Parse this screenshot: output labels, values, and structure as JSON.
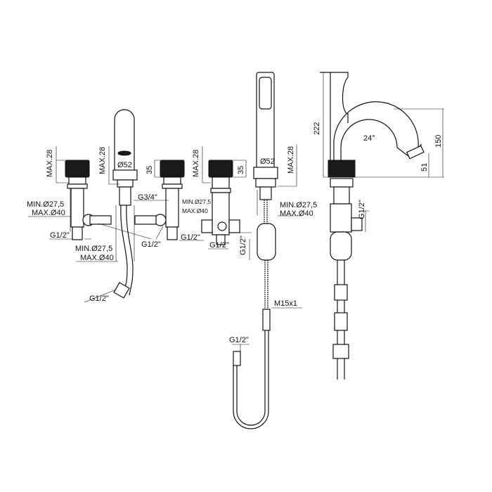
{
  "drawing": {
    "title": "Bathtub mixer set technical drawing",
    "dimensions": {
      "max28_a": "MAX.28",
      "max28_b": "MAX.28",
      "max28_c": "MAX.28",
      "max28_d": "MAX.28",
      "d52_a": "Ø52",
      "d52_b": "Ø52",
      "h35_a": "35",
      "h35_b": "35",
      "g34": "G3/4\"",
      "min275_a": "MIN.Ø27,5",
      "max40_a": "MAX.Ø40",
      "min275_b": "MIN.Ø27,5",
      "max40_b": "MAX.Ø40",
      "min275_c": "MIN.Ø27,5",
      "max40_c": "MAX.Ø40",
      "min275_d": "MIN.Ø27,5",
      "max40_d": "MAX.Ø40",
      "g12_a": "G1/2\"",
      "g12_b": "G1/2\"",
      "g12_c": "G1/2\"",
      "g12_d": "G1/2\"",
      "g12_e": "G1/2\"",
      "g12_f": "G1/2\"",
      "g12_g": "G1/2\"",
      "g12_h": "G1/2\"",
      "m15": "M15x1",
      "h222": "222",
      "angle24": "24°",
      "h150": "150",
      "h51": "51"
    }
  }
}
